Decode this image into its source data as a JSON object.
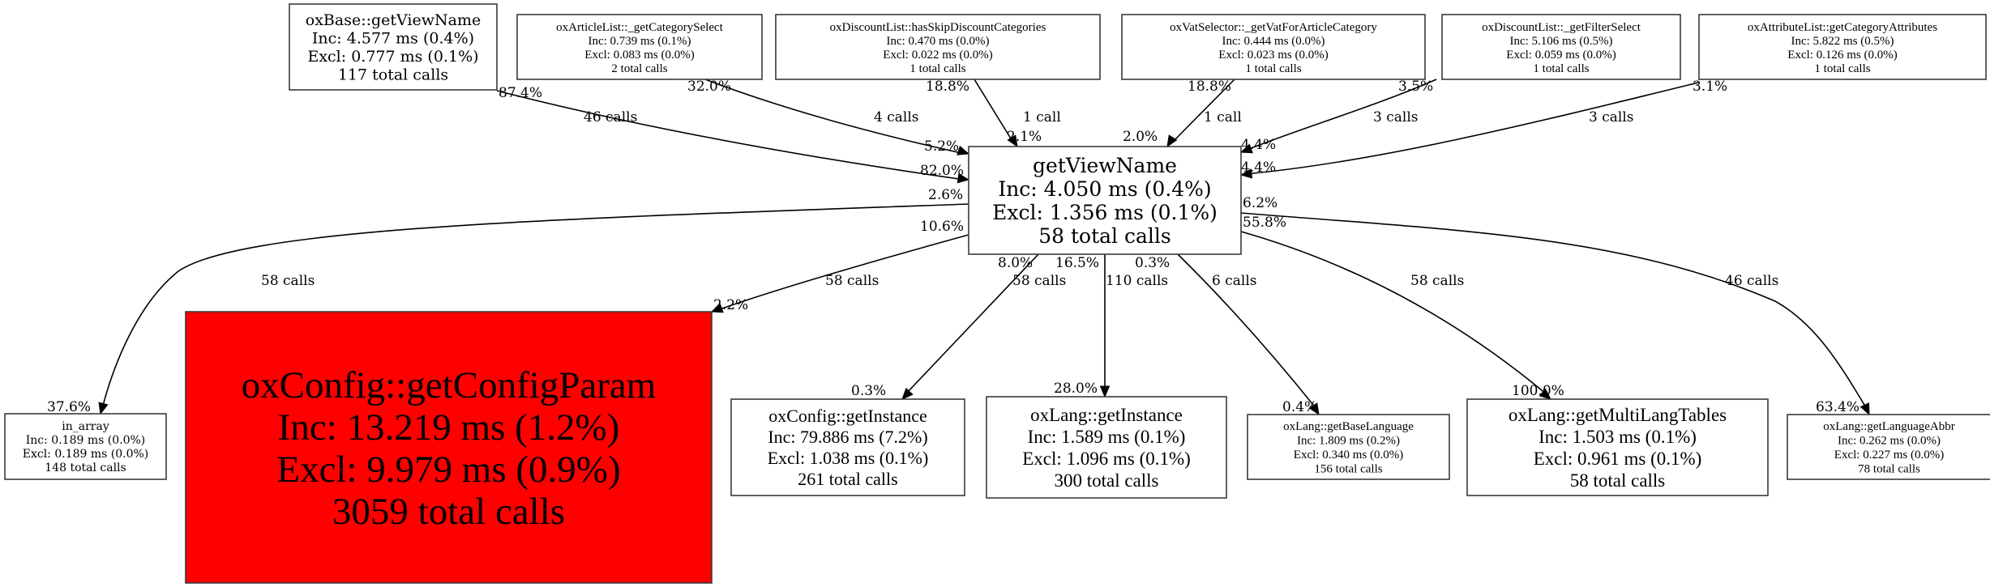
{
  "title": "Call graph for getViewName",
  "colors": {
    "node_fill": "#ffffff",
    "hot_node_fill": "#ff0000",
    "edge": "#000000"
  },
  "nodes": [
    {
      "id": "oxBase_getViewName",
      "name": "oxBase::getViewName",
      "inc": "Inc: 4.577 ms (0.4%)",
      "excl": "Excl: 0.777 ms (0.1%)",
      "calls": "117 total calls",
      "hot": false
    },
    {
      "id": "oxArticleList_getCategorySelect",
      "name": "oxArticleList::_getCategorySelect",
      "inc": "Inc: 0.739 ms (0.1%)",
      "excl": "Excl: 0.083 ms (0.0%)",
      "calls": "2 total calls",
      "hot": false
    },
    {
      "id": "oxDiscountList_hasSkipDiscountCategories",
      "name": "oxDiscountList::hasSkipDiscountCategories",
      "inc": "Inc: 0.470 ms (0.0%)",
      "excl": "Excl: 0.022 ms (0.0%)",
      "calls": "1 total calls",
      "hot": false
    },
    {
      "id": "oxVatSelector_getVatForArticleCategory",
      "name": "oxVatSelector::_getVatForArticleCategory",
      "inc": "Inc: 0.444 ms (0.0%)",
      "excl": "Excl: 0.023 ms (0.0%)",
      "calls": "1 total calls",
      "hot": false
    },
    {
      "id": "oxDiscountList_getFilterSelect",
      "name": "oxDiscountList::_getFilterSelect",
      "inc": "Inc: 5.106 ms (0.5%)",
      "excl": "Excl: 0.059 ms (0.0%)",
      "calls": "1 total calls",
      "hot": false
    },
    {
      "id": "oxAttributeList_getCategoryAttributes",
      "name": "oxAttributeList::getCategoryAttributes",
      "inc": "Inc: 5.822 ms (0.5%)",
      "excl": "Excl: 0.126 ms (0.0%)",
      "calls": "1 total calls",
      "hot": false
    },
    {
      "id": "getViewName",
      "name": "getViewName",
      "inc": "Inc: 4.050 ms (0.4%)",
      "excl": "Excl: 1.356 ms (0.1%)",
      "calls": "58 total calls",
      "hot": false
    },
    {
      "id": "in_array",
      "name": "in_array",
      "inc": "Inc: 0.189 ms (0.0%)",
      "excl": "Excl: 0.189 ms (0.0%)",
      "calls": "148 total calls",
      "hot": false
    },
    {
      "id": "oxConfig_getConfigParam",
      "name": "oxConfig::getConfigParam",
      "inc": "Inc: 13.219 ms (1.2%)",
      "excl": "Excl: 9.979 ms (0.9%)",
      "calls": "3059 total calls",
      "hot": true
    },
    {
      "id": "oxConfig_getInstance",
      "name": "oxConfig::getInstance",
      "inc": "Inc: 79.886 ms (7.2%)",
      "excl": "Excl: 1.038 ms (0.1%)",
      "calls": "261 total calls",
      "hot": false
    },
    {
      "id": "oxLang_getInstance",
      "name": "oxLang::getInstance",
      "inc": "Inc: 1.589 ms (0.1%)",
      "excl": "Excl: 1.096 ms (0.1%)",
      "calls": "300 total calls",
      "hot": false
    },
    {
      "id": "oxLang_getBaseLanguage",
      "name": "oxLang::getBaseLanguage",
      "inc": "Inc: 1.809 ms (0.2%)",
      "excl": "Excl: 0.340 ms (0.0%)",
      "calls": "156 total calls",
      "hot": false
    },
    {
      "id": "oxLang_getMultiLangTables",
      "name": "oxLang::getMultiLangTables",
      "inc": "Inc: 1.503 ms (0.1%)",
      "excl": "Excl: 0.961 ms (0.1%)",
      "calls": "58 total calls",
      "hot": false
    },
    {
      "id": "oxLang_getLanguageAbbr",
      "name": "oxLang::getLanguageAbbr",
      "inc": "Inc: 0.262 ms (0.0%)",
      "excl": "Excl: 0.227 ms (0.0%)",
      "calls": "78 total calls",
      "hot": false
    }
  ],
  "edges": [
    {
      "from": "oxBase_getViewName",
      "to": "getViewName",
      "label": "46 calls",
      "tail_pct": "87.4%",
      "head_pct": "82.0%"
    },
    {
      "from": "oxArticleList_getCategorySelect",
      "to": "getViewName",
      "label": "4 calls",
      "tail_pct": "32.0%",
      "head_pct": "5.2%"
    },
    {
      "from": "oxDiscountList_hasSkipDiscountCategories",
      "to": "getViewName",
      "label": "1 call",
      "tail_pct": "18.8%",
      "head_pct": "2.1%"
    },
    {
      "from": "oxVatSelector_getVatForArticleCategory",
      "to": "getViewName",
      "label": "1 call",
      "tail_pct": "18.8%",
      "head_pct": "2.0%"
    },
    {
      "from": "oxDiscountList_getFilterSelect",
      "to": "getViewName",
      "label": "3 calls",
      "tail_pct": "3.5%",
      "head_pct": "4.4%"
    },
    {
      "from": "oxAttributeList_getCategoryAttributes",
      "to": "getViewName",
      "label": "3 calls",
      "tail_pct": "3.1%",
      "head_pct": "4.4%"
    },
    {
      "from": "getViewName",
      "to": "in_array",
      "label": "58 calls",
      "tail_pct": "2.6%",
      "head_pct": "37.6%"
    },
    {
      "from": "getViewName",
      "to": "oxConfig_getConfigParam",
      "label": "58 calls",
      "tail_pct": "10.6%",
      "head_pct": "2.2%"
    },
    {
      "from": "getViewName",
      "to": "oxConfig_getInstance",
      "label": "58 calls",
      "tail_pct": "8.0%",
      "head_pct": "0.3%"
    },
    {
      "from": "getViewName",
      "to": "oxLang_getInstance",
      "label": "110 calls",
      "tail_pct": "16.5%",
      "head_pct": "28.0%"
    },
    {
      "from": "getViewName",
      "to": "oxLang_getBaseLanguage",
      "label": "6 calls",
      "tail_pct": "0.3%",
      "head_pct": "0.4%"
    },
    {
      "from": "getViewName",
      "to": "oxLang_getMultiLangTables",
      "label": "58 calls",
      "tail_pct": "55.8%",
      "head_pct": "100.0%"
    },
    {
      "from": "getViewName",
      "to": "oxLang_getLanguageAbbr",
      "label": "46 calls",
      "tail_pct": "6.2%",
      "head_pct": "63.4%"
    }
  ]
}
